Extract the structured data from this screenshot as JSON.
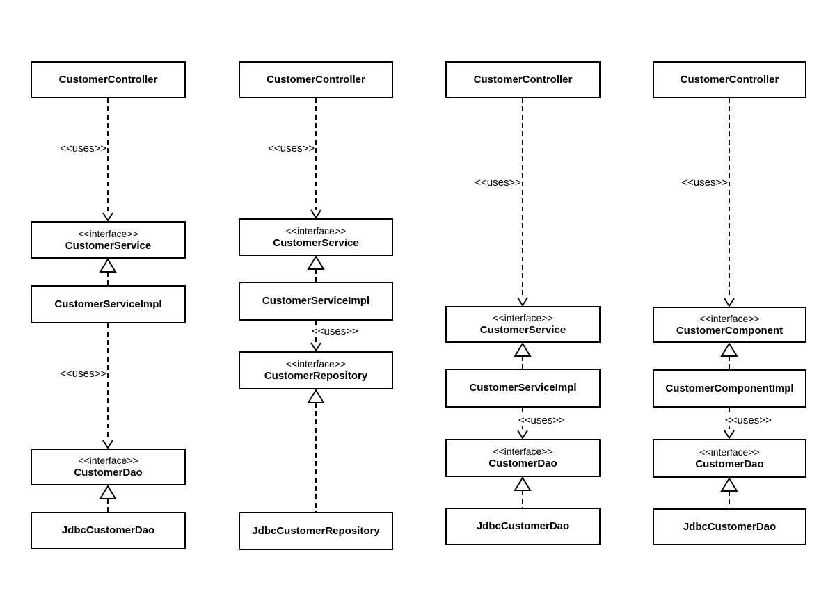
{
  "stereotypes": {
    "interface": "<<interface>>",
    "uses": "<<uses>>"
  },
  "colors": {
    "line": "#000000",
    "background": "#ffffff",
    "box_fill": "#ffffff"
  },
  "columns": [
    {
      "nodes": [
        {
          "name": "CustomerController",
          "kind": "class"
        },
        {
          "name": "CustomerService",
          "kind": "interface"
        },
        {
          "name": "CustomerServiceImpl",
          "kind": "class"
        },
        {
          "name": "CustomerDao",
          "kind": "interface"
        },
        {
          "name": "JdbcCustomerDao",
          "kind": "class"
        }
      ],
      "relations": [
        {
          "from": "CustomerController",
          "to": "CustomerService",
          "type": "uses"
        },
        {
          "from": "CustomerServiceImpl",
          "to": "CustomerService",
          "type": "implements"
        },
        {
          "from": "CustomerServiceImpl",
          "to": "CustomerDao",
          "type": "uses"
        },
        {
          "from": "JdbcCustomerDao",
          "to": "CustomerDao",
          "type": "implements"
        }
      ]
    },
    {
      "nodes": [
        {
          "name": "CustomerController",
          "kind": "class"
        },
        {
          "name": "CustomerService",
          "kind": "interface"
        },
        {
          "name": "CustomerServiceImpl",
          "kind": "class"
        },
        {
          "name": "CustomerRepository",
          "kind": "interface"
        },
        {
          "name": "JdbcCustomerRepository",
          "kind": "class"
        }
      ],
      "relations": [
        {
          "from": "CustomerController",
          "to": "CustomerService",
          "type": "uses"
        },
        {
          "from": "CustomerServiceImpl",
          "to": "CustomerService",
          "type": "implements"
        },
        {
          "from": "CustomerServiceImpl",
          "to": "CustomerRepository",
          "type": "uses"
        },
        {
          "from": "JdbcCustomerRepository",
          "to": "CustomerRepository",
          "type": "implements"
        }
      ]
    },
    {
      "nodes": [
        {
          "name": "CustomerController",
          "kind": "class"
        },
        {
          "name": "CustomerService",
          "kind": "interface"
        },
        {
          "name": "CustomerServiceImpl",
          "kind": "class"
        },
        {
          "name": "CustomerDao",
          "kind": "interface"
        },
        {
          "name": "JdbcCustomerDao",
          "kind": "class"
        }
      ],
      "relations": [
        {
          "from": "CustomerController",
          "to": "CustomerService",
          "type": "uses"
        },
        {
          "from": "CustomerServiceImpl",
          "to": "CustomerService",
          "type": "implements"
        },
        {
          "from": "CustomerServiceImpl",
          "to": "CustomerDao",
          "type": "uses"
        },
        {
          "from": "JdbcCustomerDao",
          "to": "CustomerDao",
          "type": "implements"
        }
      ]
    },
    {
      "nodes": [
        {
          "name": "CustomerController",
          "kind": "class"
        },
        {
          "name": "CustomerComponent",
          "kind": "interface"
        },
        {
          "name": "CustomerComponentImpl",
          "kind": "class"
        },
        {
          "name": "CustomerDao",
          "kind": "interface"
        },
        {
          "name": "JdbcCustomerDao",
          "kind": "class"
        }
      ],
      "relations": [
        {
          "from": "CustomerController",
          "to": "CustomerComponent",
          "type": "uses"
        },
        {
          "from": "CustomerComponentImpl",
          "to": "CustomerComponent",
          "type": "implements"
        },
        {
          "from": "CustomerComponentImpl",
          "to": "CustomerDao",
          "type": "uses"
        },
        {
          "from": "JdbcCustomerDao",
          "to": "CustomerDao",
          "type": "implements"
        }
      ]
    }
  ]
}
